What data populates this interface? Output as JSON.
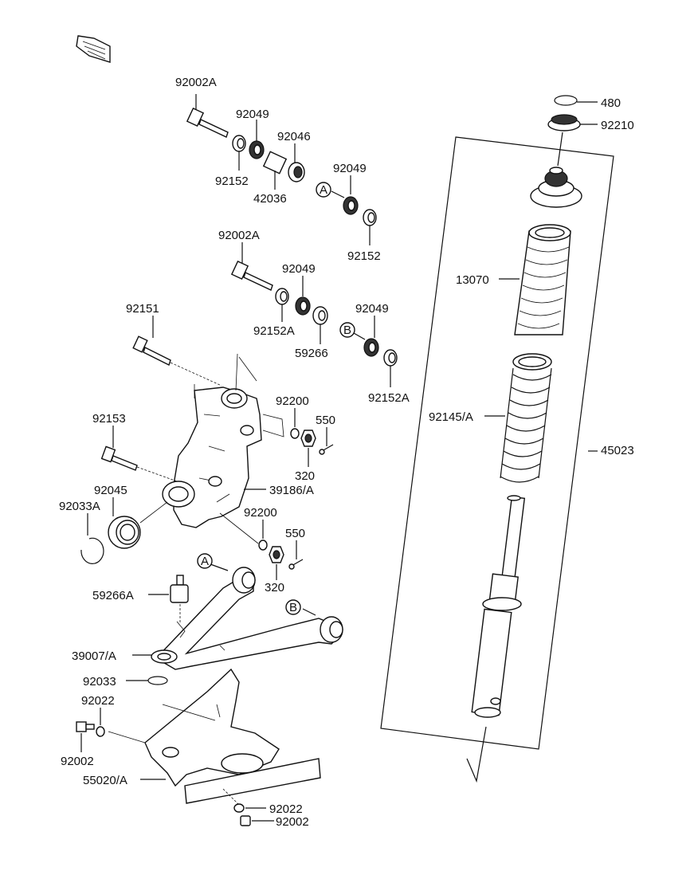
{
  "labels": {
    "p92002A_1": "92002A",
    "p92049_1": "92049",
    "p92152_1": "92152",
    "p92046": "92046",
    "p42036": "42036",
    "p92049_2": "92049",
    "p92152_2": "92152",
    "p92002A_2": "92002A",
    "p92049_3": "92049",
    "p92152A_1": "92152A",
    "p59266": "59266",
    "p92049_4": "92049",
    "p92152A_2": "92152A",
    "p92151": "92151",
    "p92200_1": "92200",
    "p550_1": "550",
    "p320_1": "320",
    "p92153": "92153",
    "p39186A": "39186/A",
    "p92045": "92045",
    "p92033A": "92033A",
    "p92200_2": "92200",
    "p550_2": "550",
    "p320_2": "320",
    "p59266A": "59266A",
    "p39007A": "39007/A",
    "p92033": "92033",
    "p92022_1": "92022",
    "p92002_1": "92002",
    "p55020A": "55020/A",
    "p92022_2": "92022",
    "p92002_2": "92002",
    "p480": "480",
    "p92210": "92210",
    "p13070": "13070",
    "p92145A": "92145/A",
    "p45023": "45023",
    "callout_A": "A",
    "callout_B": "B"
  }
}
